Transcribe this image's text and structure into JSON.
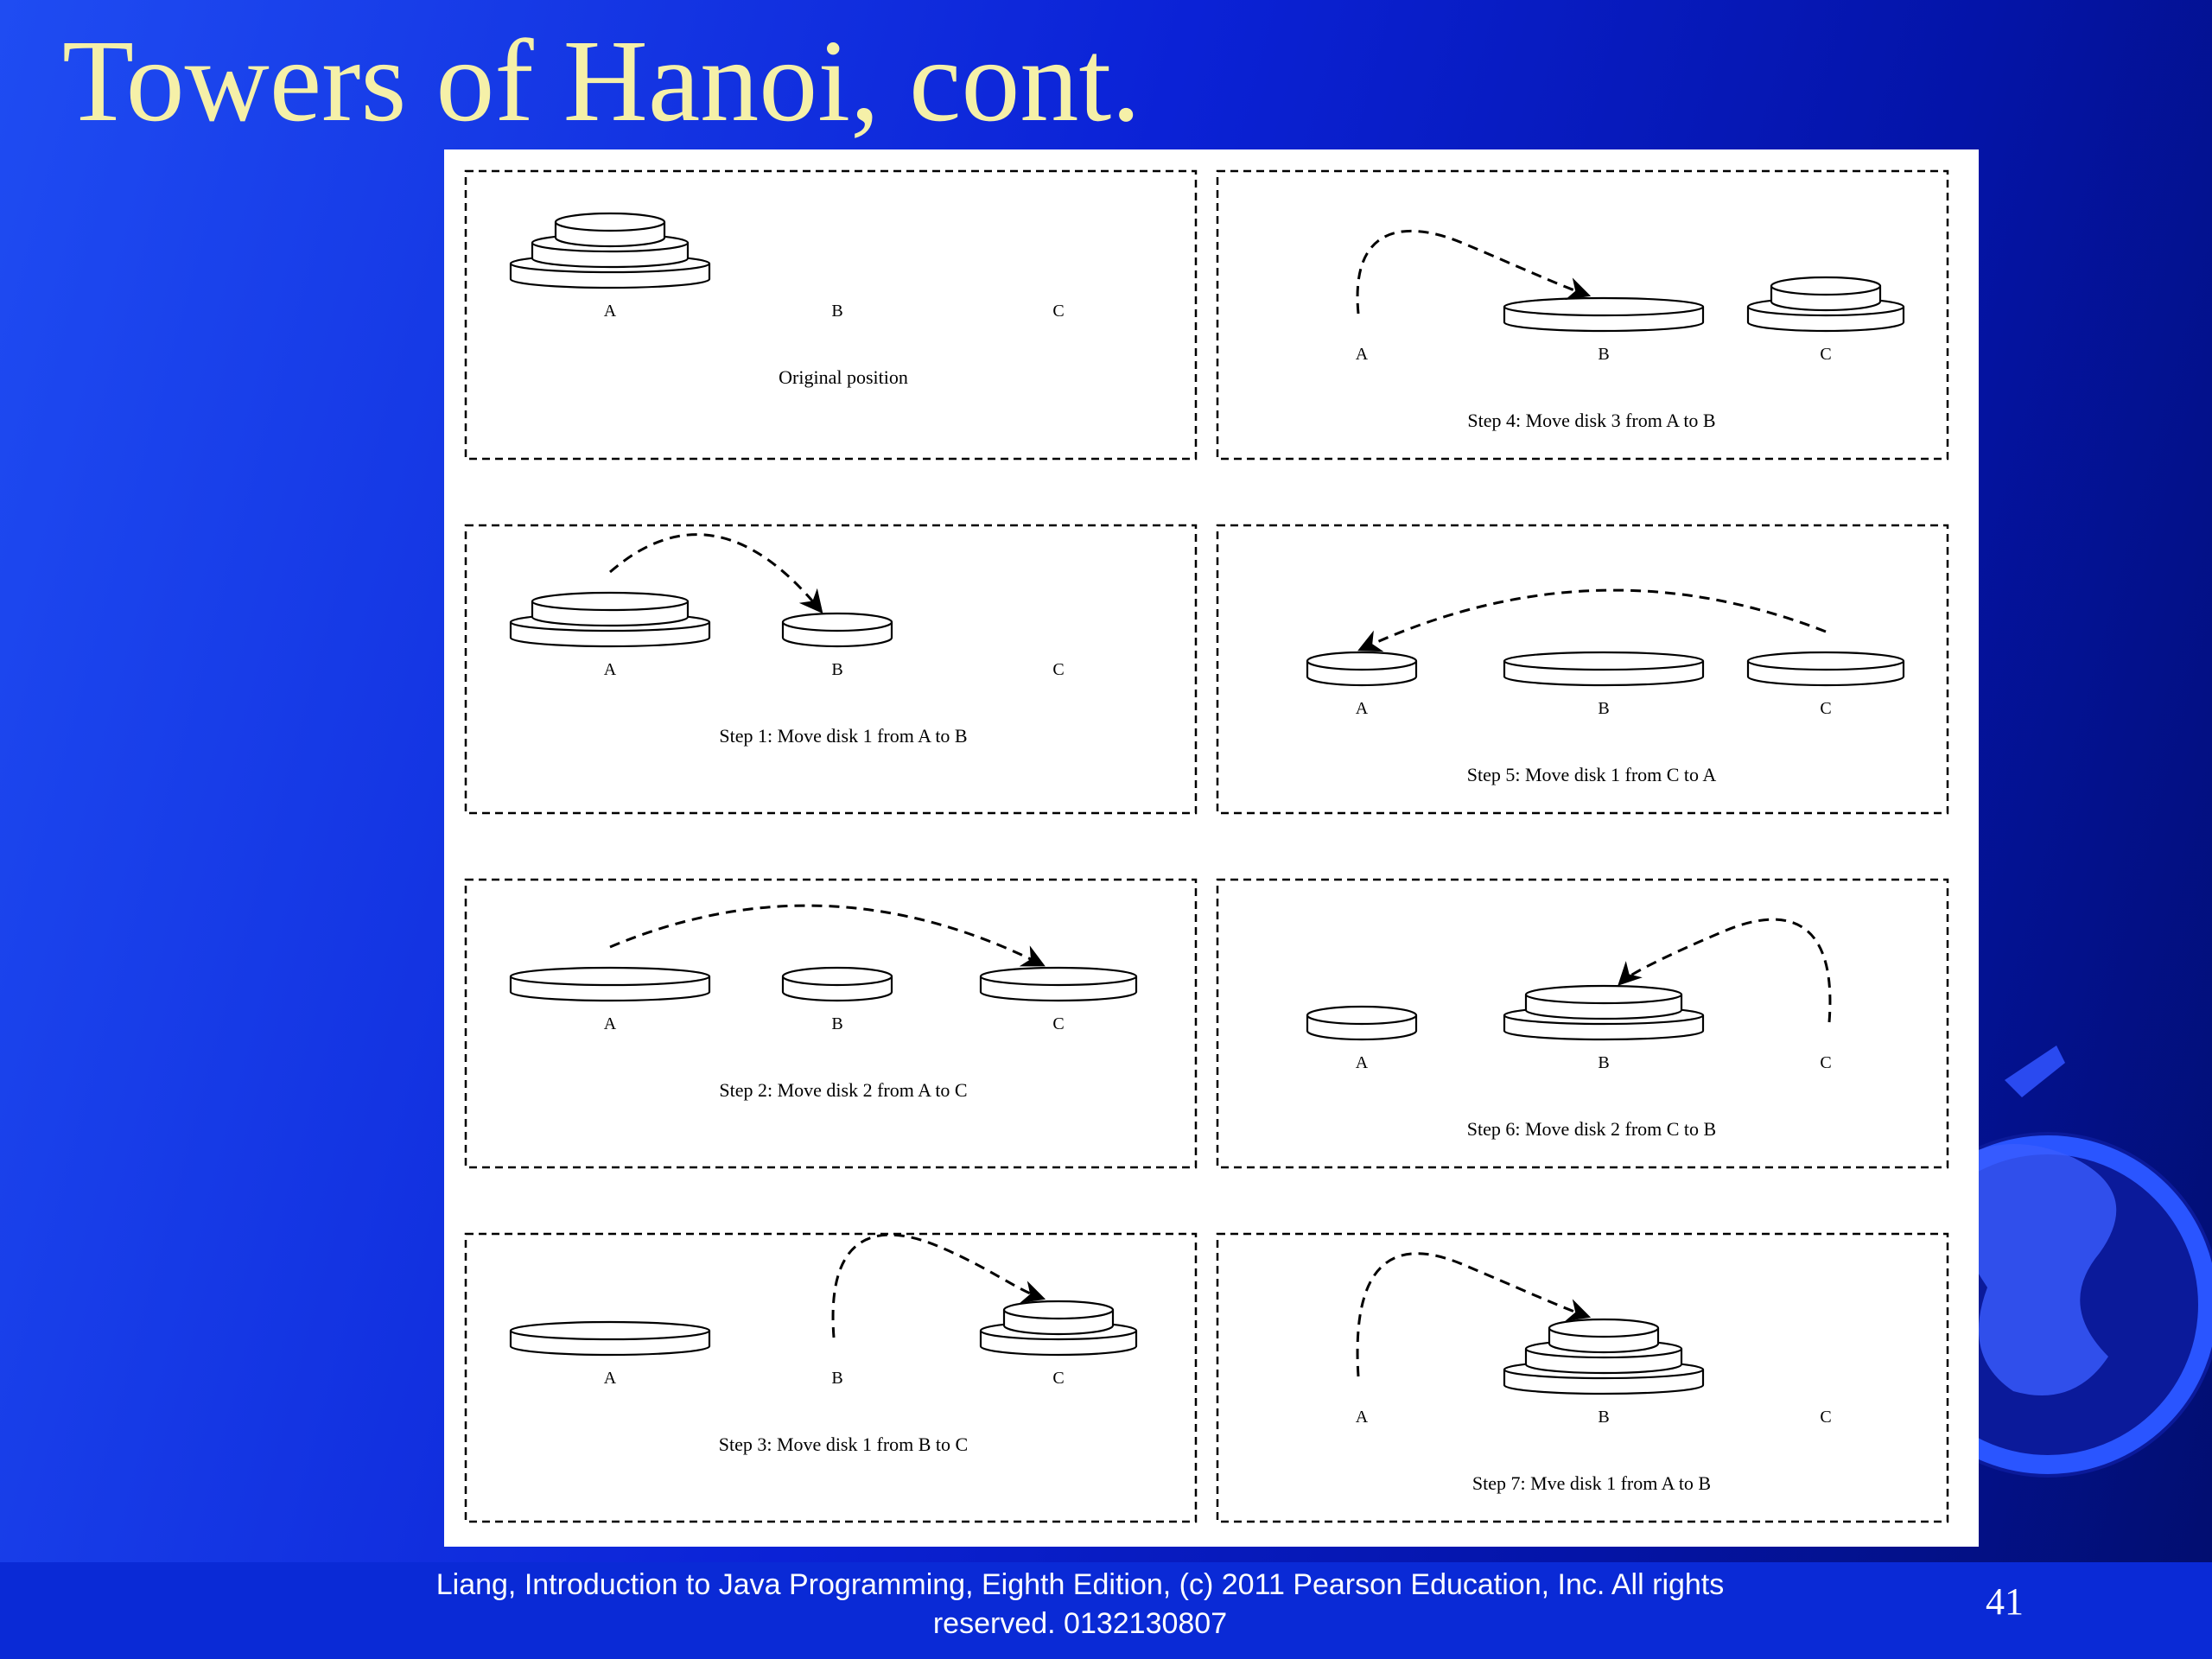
{
  "slide": {
    "title": "Towers of Hanoi, cont.",
    "footer": "Liang, Introduction to Java Programming, Eighth Edition, (c) 2011 Pearson Education, Inc. All rights reserved. 0132130807",
    "page_number": "41"
  },
  "peg_labels": [
    "A",
    "B",
    "C"
  ],
  "panels": [
    {
      "caption": "Original position",
      "pegs": [
        [
          3,
          2,
          1
        ],
        [],
        []
      ],
      "moved_disk": null,
      "from": null,
      "to": null
    },
    {
      "caption": "Step 1: Move disk 1 from A to B",
      "pegs": [
        [
          3,
          2
        ],
        [
          1
        ],
        []
      ],
      "moved_disk": 1,
      "from": "A",
      "to": "B"
    },
    {
      "caption": "Step 2: Move disk 2 from A to C",
      "pegs": [
        [
          3
        ],
        [
          1
        ],
        [
          2
        ]
      ],
      "moved_disk": 2,
      "from": "A",
      "to": "C"
    },
    {
      "caption": "Step 3: Move disk 1 from B to C",
      "pegs": [
        [
          3
        ],
        [],
        [
          2,
          1
        ]
      ],
      "moved_disk": 1,
      "from": "B",
      "to": "C"
    },
    {
      "caption": "Step 4: Move disk 3 from A to B",
      "pegs": [
        [],
        [
          3
        ],
        [
          2,
          1
        ]
      ],
      "moved_disk": 3,
      "from": "A",
      "to": "B"
    },
    {
      "caption": "Step 5: Move disk 1 from C to A",
      "pegs": [
        [
          1
        ],
        [
          3
        ],
        [
          2
        ]
      ],
      "moved_disk": 1,
      "from": "C",
      "to": "A"
    },
    {
      "caption": "Step 6: Move disk 2 from C to B",
      "pegs": [
        [
          1
        ],
        [
          3,
          2
        ],
        []
      ],
      "moved_disk": 2,
      "from": "C",
      "to": "B"
    },
    {
      "caption": "Step 7: Mve disk 1 from A to B",
      "pegs": [
        [],
        [
          3,
          2,
          1
        ],
        []
      ],
      "moved_disk": 1,
      "from": "A",
      "to": "B"
    }
  ],
  "colors": {
    "title": "#f5f0a8",
    "background_left": "#1f4cf2",
    "background_right": "#020e6e",
    "footer_band": "#0a2ad6"
  }
}
